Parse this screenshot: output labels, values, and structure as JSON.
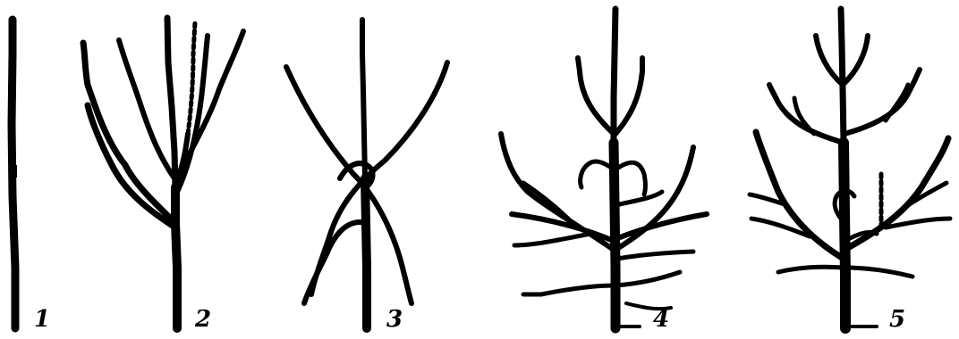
{
  "figure": {
    "labels": [
      "1",
      "2",
      "3",
      "4",
      "5"
    ],
    "ink_color": "#000000",
    "background": "#ffffff"
  }
}
